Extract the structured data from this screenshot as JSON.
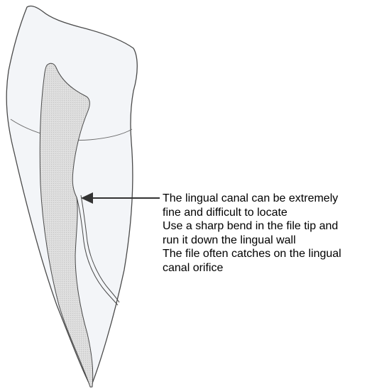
{
  "annotation": {
    "lines": [
      "The lingual canal can be extremely",
      "fine and difficult to locate",
      "Use a sharp bend in the file tip and",
      "run it down the lingual wall",
      "The file often catches on the lingual",
      "canal orifice"
    ]
  },
  "colors": {
    "outline": "#4a4a4a",
    "crown_fill": "#f3f5f8",
    "root_fill": "#f3f5f8",
    "canal_fill": "#d9d9d9",
    "arrow": "#333333",
    "text": "#000000"
  }
}
